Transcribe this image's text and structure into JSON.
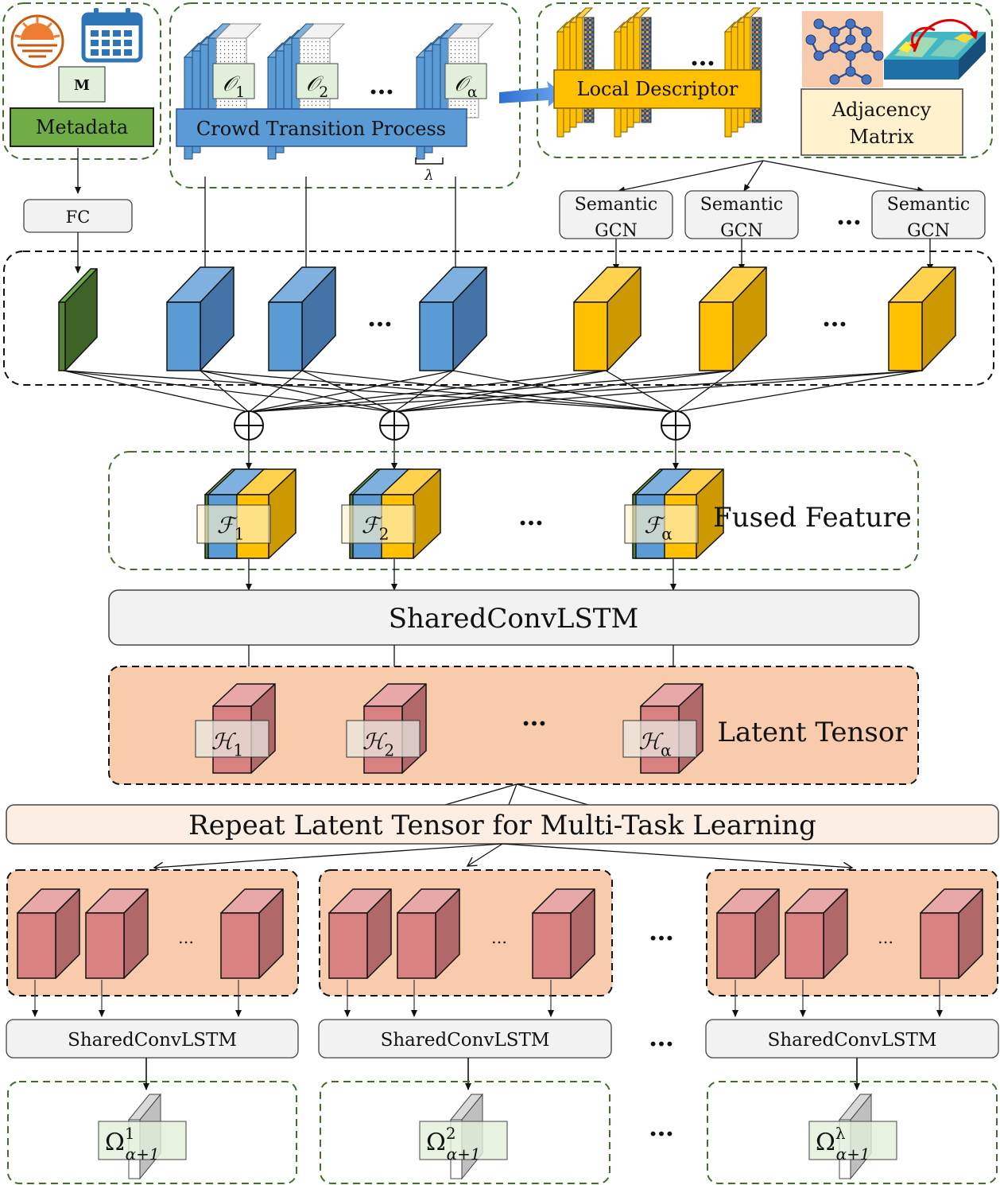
{
  "colors": {
    "blue_front": "#5b9bd5",
    "blue_top": "#7eb1e0",
    "blue_side": "#4474a7",
    "yellow_front": "#ffc000",
    "yellow_top": "#ffd24d",
    "yellow_side": "#cc9a00",
    "green_front": "#538135",
    "red_front": "#d98080",
    "red_top": "#e8a8a8",
    "red_side": "#b06868",
    "salmon_bg": "#f8cbad",
    "light_salmon_bg": "#fdeee4",
    "gray_box": "#f0f0f0",
    "dashed_green": "#3f6f2a",
    "metadata_green": "#70ad47",
    "cream": "#fff2cc"
  },
  "icons": [
    "sunrise-icon",
    "calendar-icon",
    "molecule-graph-icon",
    "surface-map-icon",
    "blue-arrow-icon"
  ],
  "top": {
    "m_label": "M",
    "metadata_label": "Metadata",
    "crowd_transition_label": "Crowd Transition Process",
    "obs": [
      {
        "sym": "𝒪",
        "sub": "1"
      },
      {
        "sym": "𝒪",
        "sub": "2"
      },
      {
        "sym": "𝒪",
        "sub": "α"
      }
    ],
    "ellipsis": "…",
    "lambda": "λ",
    "local_descriptor_label": "Local Descriptor",
    "adjacency_line1": "Adjacency",
    "adjacency_line2": "Matrix"
  },
  "fc_label": "FC",
  "gcn": [
    {
      "line1": "Semantic",
      "line2": "GCN"
    },
    {
      "line1": "Semantic",
      "line2": "GCN"
    },
    {
      "line1": "Semantic",
      "line2": "GCN"
    }
  ],
  "fused": {
    "label": "Fused Feature",
    "items": [
      {
        "sym": "ℱ",
        "sub": "1"
      },
      {
        "sym": "ℱ",
        "sub": "2"
      },
      {
        "sym": "ℱ",
        "sub": "α"
      }
    ]
  },
  "shared_convlstm": "SharedConvLSTM",
  "latent": {
    "label": "Latent Tensor",
    "items": [
      {
        "sym": "ℋ",
        "sub": "1"
      },
      {
        "sym": "ℋ",
        "sub": "2"
      },
      {
        "sym": "ℋ",
        "sub": "α"
      }
    ]
  },
  "repeat_label": "Repeat Latent Tensor for Multi-Task Learning",
  "tasks": [
    {
      "convlstm": "SharedConvLSTM",
      "omega": "Ω",
      "sup": "1",
      "sub": "α+1"
    },
    {
      "convlstm": "SharedConvLSTM",
      "omega": "Ω",
      "sup": "2",
      "sub": "α+1"
    },
    {
      "convlstm": "SharedConvLSTM",
      "omega": "Ω",
      "sup": "λ",
      "sub": "α+1"
    }
  ],
  "plus": "⊕"
}
